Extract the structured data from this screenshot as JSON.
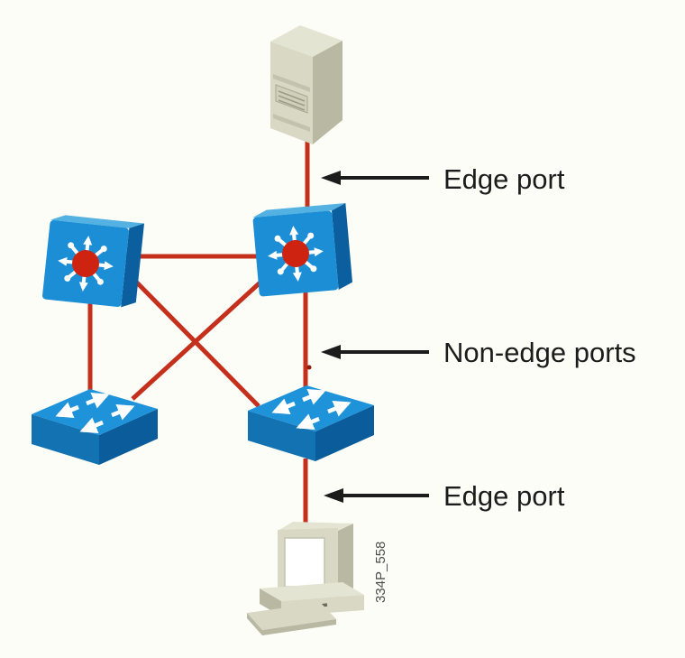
{
  "figure": {
    "description": "Spanning-tree topology figure showing edge ports and non-edge ports"
  },
  "labels": {
    "edge_port_top": "Edge port",
    "non_edge_ports": "Non-edge ports",
    "edge_port_bottom": "Edge port",
    "figure_id": "334P_558"
  },
  "colors": {
    "background": "#fdfdf7",
    "link_red": "#c5301c",
    "link_red_dark": "#8e1d0e",
    "arrow_black": "#1c1c1c",
    "figure_gray": "#4d4d4d",
    "switch_blue": "#1b8ed6",
    "switch_blue_dark": "#0b5f9e",
    "switch_blue_light": "#54b2e2",
    "star_red": "#ce2310",
    "wg_top": "#1e93da",
    "wg_front": "#1272b2",
    "wg_side": "#0a5c9b",
    "beige": "#d8d8c4",
    "beige_dark": "#b9b9a3",
    "beige_light": "#e4e4d2"
  },
  "nodes": [
    {
      "id": "server",
      "icon": "server-tower-icon"
    },
    {
      "id": "switch-top-left",
      "icon": "multilayer-switch-icon"
    },
    {
      "id": "switch-top-right",
      "icon": "multilayer-switch-icon"
    },
    {
      "id": "switch-bottom-left",
      "icon": "workgroup-switch-icon"
    },
    {
      "id": "switch-bottom-right",
      "icon": "workgroup-switch-icon"
    },
    {
      "id": "pc",
      "icon": "desktop-pc-icon"
    }
  ],
  "links": [
    {
      "from": "server",
      "to": "switch-top-right",
      "annotation": "Edge port"
    },
    {
      "from": "switch-top-left",
      "to": "switch-top-right"
    },
    {
      "from": "switch-top-left",
      "to": "switch-bottom-left"
    },
    {
      "from": "switch-top-left",
      "to": "switch-bottom-right"
    },
    {
      "from": "switch-top-right",
      "to": "switch-bottom-left"
    },
    {
      "from": "switch-top-right",
      "to": "switch-bottom-right",
      "annotation": "Non-edge ports"
    },
    {
      "from": "switch-bottom-right",
      "to": "pc",
      "annotation": "Edge port"
    }
  ]
}
